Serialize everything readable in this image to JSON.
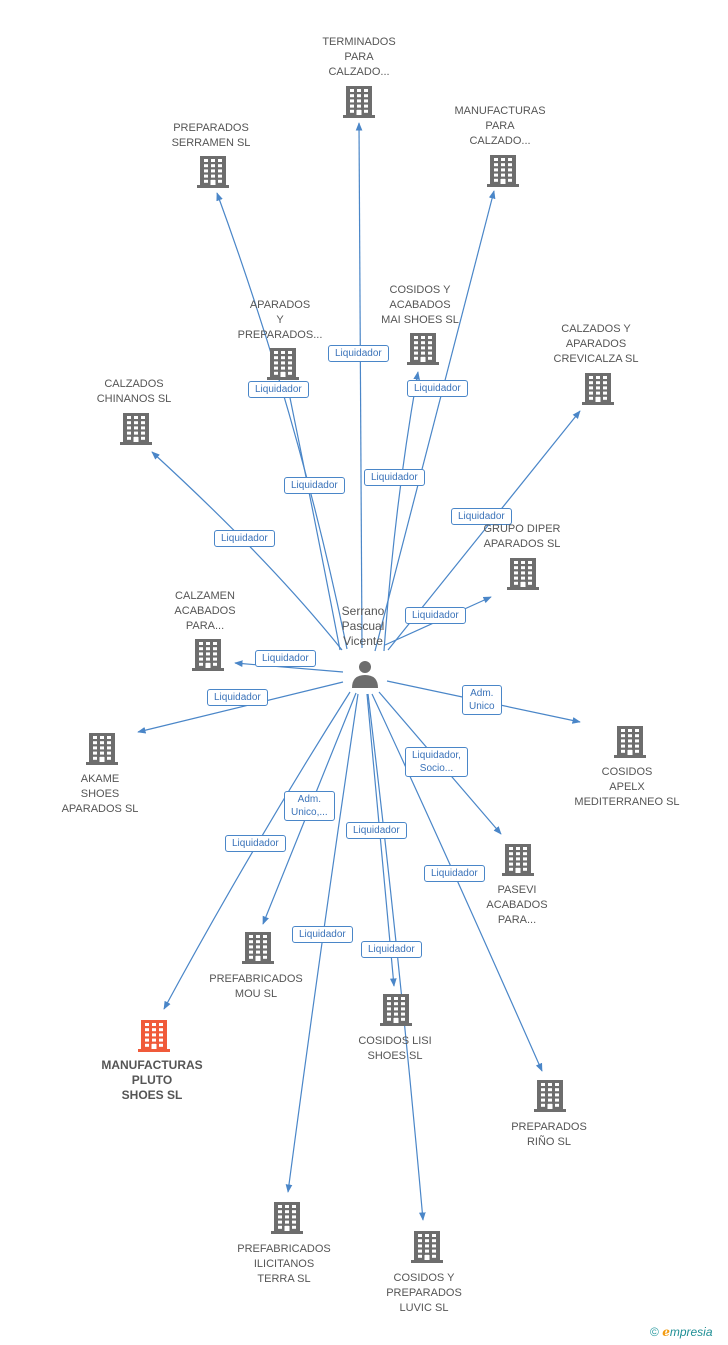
{
  "person": {
    "name": "Serrano\nPascual\nVicente"
  },
  "colors": {
    "edge": "#4a86c8",
    "building": "#6d6d6d",
    "highlight": "#f05a3a",
    "text": "#555555"
  },
  "companies": [
    {
      "id": "terminados",
      "name": "TERMINADOS\nPARA\nCALZADO..."
    },
    {
      "id": "manufacturas-calzado",
      "name": "MANUFACTURAS\nPARA\nCALZADO..."
    },
    {
      "id": "preparados-serramen",
      "name": "PREPARADOS\nSERRAMEN SL"
    },
    {
      "id": "cosidos-mai",
      "name": "COSIDOS Y\nACABADOS\nMAI SHOES SL"
    },
    {
      "id": "aparados-preparados",
      "name": "APARADOS\nY\nPREPARADOS..."
    },
    {
      "id": "calzados-aparados",
      "name": "CALZADOS Y\nAPARADOS\nCREVICALZA SL"
    },
    {
      "id": "calzados-chinanos",
      "name": "CALZADOS\nCHINANOS SL"
    },
    {
      "id": "grupo-diper",
      "name": "GRUPO DIPER\nAPARADOS SL"
    },
    {
      "id": "calzamen",
      "name": "CALZAMEN\nACABADOS\nPARA..."
    },
    {
      "id": "akame",
      "name": "AKAME\nSHOES\nAPARADOS SL"
    },
    {
      "id": "cosidos-apelx",
      "name": "COSIDOS\nAPELX\nMEDITERRANEO SL"
    },
    {
      "id": "pasevi",
      "name": "PASEVI\nACABADOS\nPARA..."
    },
    {
      "id": "prefabricados-mou",
      "name": "PREFABRICADOS\nMOU SL"
    },
    {
      "id": "cosidos-lisi",
      "name": "COSIDOS LISI\nSHOES SL"
    },
    {
      "id": "manufacturas-pluto",
      "name": "MANUFACTURAS\nPLUTO\nSHOES SL",
      "highlight": true
    },
    {
      "id": "preparados-rino",
      "name": "PREPARADOS\nRIÑO SL"
    },
    {
      "id": "prefabricados-ilicitanos",
      "name": "PREFABRICADOS\nILICITANOS\nTERRA SL"
    },
    {
      "id": "cosidos-luvic",
      "name": "COSIDOS Y\nPREPARADOS\nLUVIC SL"
    }
  ],
  "relations": [
    {
      "target": "terminados",
      "label": "Liquidador"
    },
    {
      "target": "manufacturas-calzado",
      "label": "Liquidador"
    },
    {
      "target": "preparados-serramen",
      "label": "Liquidador"
    },
    {
      "target": "cosidos-mai",
      "label": "Liquidador"
    },
    {
      "target": "aparados-preparados",
      "label": "Liquidador"
    },
    {
      "target": "calzados-aparados",
      "label": "Liquidador"
    },
    {
      "target": "calzados-chinanos",
      "label": "Liquidador"
    },
    {
      "target": "grupo-diper",
      "label": "Liquidador"
    },
    {
      "target": "calzamen",
      "label": "Liquidador"
    },
    {
      "target": "akame",
      "label": "Liquidador"
    },
    {
      "target": "cosidos-apelx",
      "label": "Adm.\nUnico"
    },
    {
      "target": "pasevi",
      "label": "Liquidador,\nSocio..."
    },
    {
      "target": "prefabricados-mou",
      "label": "Adm.\nUnico,..."
    },
    {
      "target": "cosidos-lisi",
      "label": "Liquidador"
    },
    {
      "target": "manufacturas-pluto",
      "label": "Liquidador"
    },
    {
      "target": "preparados-rino",
      "label": "Liquidador"
    },
    {
      "target": "prefabricados-ilicitanos",
      "label": "Liquidador"
    },
    {
      "target": "cosidos-luvic",
      "label": "Liquidador"
    }
  ],
  "brand": {
    "copyright": "©",
    "logo_letter": "e",
    "logo_rest": "mpresia"
  }
}
